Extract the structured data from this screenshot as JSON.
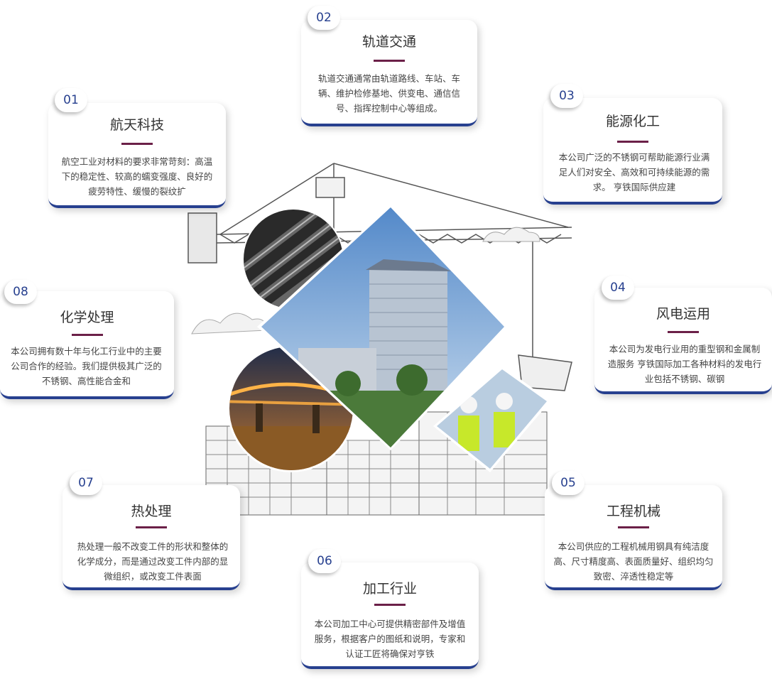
{
  "cards": [
    {
      "num": "01",
      "title": "航天科技",
      "desc": "航空工业对材料的要求非常苛刻：高温下的稳定性、较高的蠕变强度、良好的疲劳特性、缓慢的裂纹扩"
    },
    {
      "num": "02",
      "title": "轨道交通",
      "desc": "轨道交通通常由轨道路线、车站、车辆、维护检修基地、供变电、通信信号、指挥控制中心等组成。"
    },
    {
      "num": "03",
      "title": "能源化工",
      "desc": "本公司广泛的不锈钢可帮助能源行业满足人们对安全、高效和可持续能源的需求。 亨铁国际供应建"
    },
    {
      "num": "04",
      "title": "风电运用",
      "desc": "本公司为发电行业用的重型钢和金属制造服务 亨铁国际加工各种材料的发电行业包括不锈钢、碳钢"
    },
    {
      "num": "05",
      "title": "工程机械",
      "desc": "本公司供应的工程机械用钢具有纯洁度高、尺寸精度高、表面质量好、组织均匀致密、淬透性稳定等"
    },
    {
      "num": "06",
      "title": "加工行业",
      "desc": "本公司加工中心可提供精密部件及增值服务，根据客户的图纸和说明，专家和认证工匠将确保对亨铁"
    },
    {
      "num": "07",
      "title": "热处理",
      "desc": "热处理一般不改变工件的形状和整体的化学成分，而是通过改变工件内部的显微组织，或改变工件表面"
    },
    {
      "num": "08",
      "title": "化学处理",
      "desc": "本公司拥有数十年与化工行业中的主要公司合作的经验。我们提供极其广泛的不锈钢、高性能合金和"
    }
  ],
  "colors": {
    "accent_blue": "#27408f",
    "accent_bar": "#6b2048"
  },
  "center_art": {
    "photos": [
      "rebar-photo",
      "hotel-building-photo",
      "bridge-night-photo",
      "engineers-photo"
    ],
    "background": "crane-construction-sketch"
  }
}
